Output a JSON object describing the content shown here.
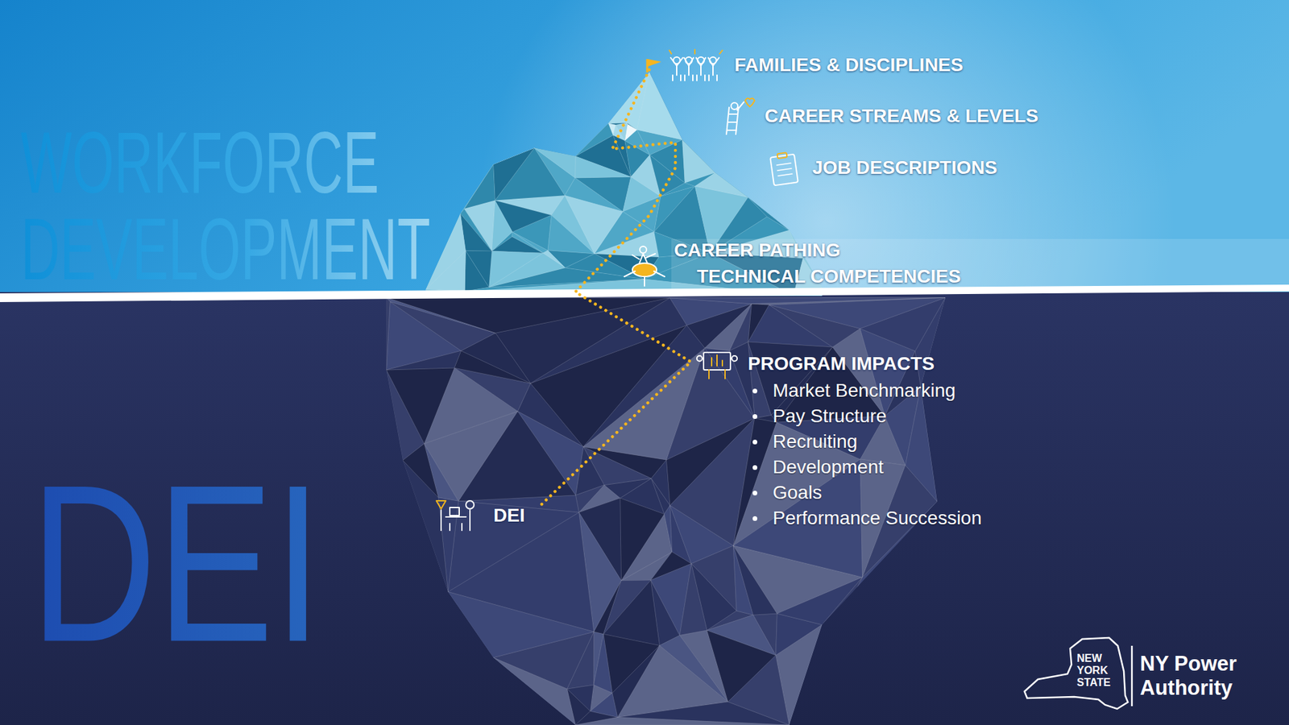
{
  "diagram": {
    "labels": [
      "WORKFORCE DEVELOPMENT",
      "DEI",
      "FAMILIES & DISCIPLINES",
      "CAREER STREAMS & LEVELS",
      "JOB DESCRIPTIONS",
      "CAREER PATHING",
      "TECHNICAL COMPETENCIES",
      "PROGRAM IMPACTS",
      "Market Benchmarking",
      "Pay Structure",
      "Recruiting",
      "Development",
      "Goals",
      "Performance Succession",
      "DEI",
      "NEW YORK STATE",
      "NY Power Authority"
    ]
  }
}
